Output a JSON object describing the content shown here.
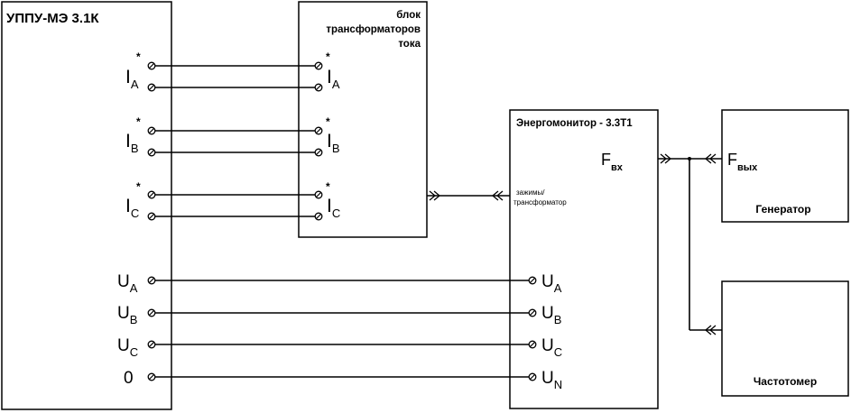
{
  "blocks": {
    "source": {
      "title": "УППУ-МЭ 3.1К"
    },
    "ct_unit": {
      "title_lines": [
        "блок",
        "трансформаторов",
        "тока"
      ]
    },
    "energomonitor": {
      "title": "Энергомонитор - 3.3Т1",
      "fin_main": "F",
      "fin_sub": "вх",
      "input_lines": [
        "зажимы/",
        "трансформатор"
      ]
    },
    "generator": {
      "title": "Генератор",
      "fout_main": "F",
      "fout_sub": "вых"
    },
    "freqmeter": {
      "title": "Частотомер"
    }
  },
  "current_terminals": [
    {
      "main": "I",
      "sub": "A",
      "star": "*"
    },
    {
      "main": "I",
      "sub": "B",
      "star": "*"
    },
    {
      "main": "I",
      "sub": "C",
      "star": "*"
    }
  ],
  "voltage_terminals_source": [
    {
      "main": "U",
      "sub": "A"
    },
    {
      "main": "U",
      "sub": "B"
    },
    {
      "main": "U",
      "sub": "C"
    },
    {
      "main": "0",
      "sub": ""
    }
  ],
  "voltage_terminals_monitor": [
    {
      "main": "U",
      "sub": "A"
    },
    {
      "main": "U",
      "sub": "B"
    },
    {
      "main": "U",
      "sub": "C"
    },
    {
      "main": "U",
      "sub": "N"
    }
  ],
  "colors": {
    "line": "#000000",
    "background": "#ffffff"
  }
}
